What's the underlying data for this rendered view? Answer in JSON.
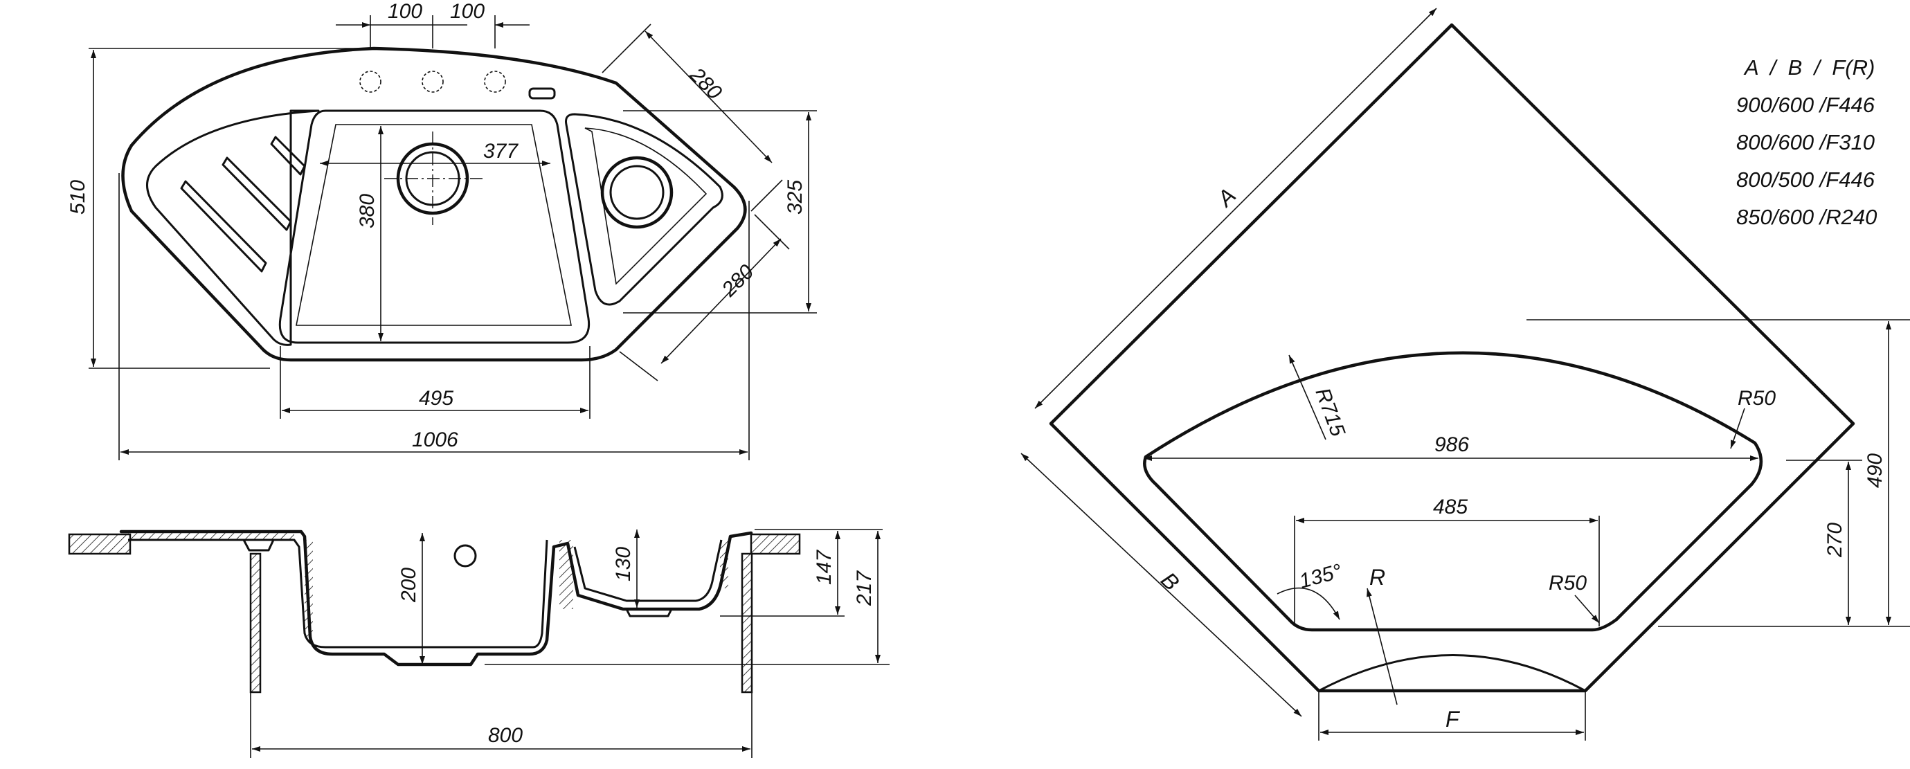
{
  "plan_view": {
    "dim_hole_spacing_1": "100",
    "dim_hole_spacing_2": "100",
    "dim_diag_top": "280",
    "dim_diag_bottom": "280",
    "dim_height_total": "510",
    "dim_right_height": "325",
    "dim_bowl_width": "377",
    "dim_bowl_depth": "380",
    "dim_bowl_bottom": "495",
    "dim_overall_width": "1006"
  },
  "section_view": {
    "dim_bowl_depth": "200",
    "dim_small_bowl_depth": "130",
    "dim_height_147": "147",
    "dim_height_217": "217",
    "dim_cabinet_width": "800"
  },
  "cutout_view": {
    "label_a": "A",
    "label_b": "B",
    "label_f": "F",
    "label_r": "R",
    "dim_r715": "R715",
    "dim_r50_top": "R50",
    "dim_r50_bottom": "R50",
    "dim_986": "986",
    "dim_485": "485",
    "dim_angle": "135°",
    "dim_490": "490",
    "dim_270": "270"
  },
  "legend": {
    "header": "A  /  B  /  F(R)",
    "rows": [
      "900/600 /F446",
      "800/600 /F310",
      "800/500 /F446",
      "850/600 /R240"
    ]
  }
}
